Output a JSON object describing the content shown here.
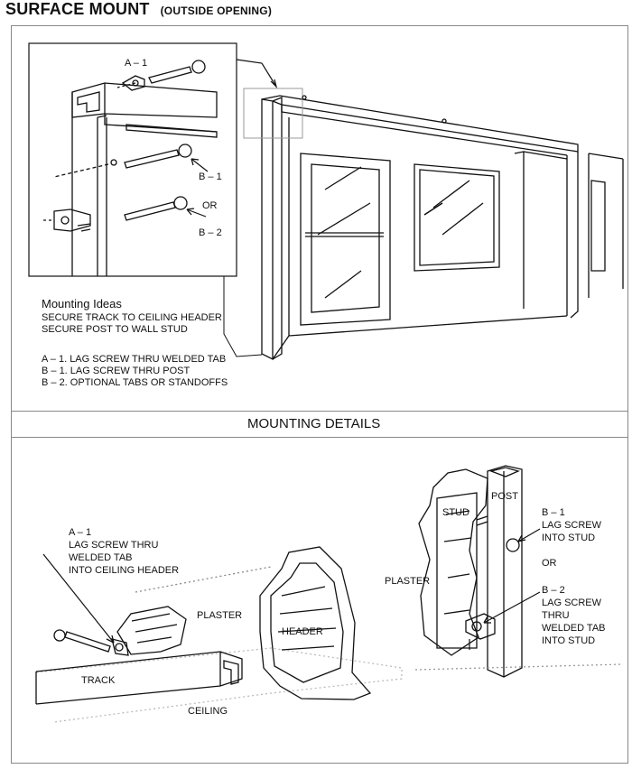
{
  "header": {
    "title": "SURFACE MOUNT",
    "subtitle": "(OUTSIDE OPENING)"
  },
  "inset": {
    "label_a1": "A – 1",
    "label_b1": "B – 1",
    "label_or": "OR",
    "label_b2": "B – 2",
    "ideas_title": "Mounting Ideas",
    "ideas_lines": [
      "SECURE TRACK TO CEILING HEADER",
      "SECURE POST TO WALL STUD"
    ],
    "legend_lines": [
      "A – 1. LAG SCREW THRU WELDED TAB",
      "B – 1. LAG SCREW THRU POST",
      "B – 2. OPTIONAL TABS OR STANDOFFS"
    ]
  },
  "details": {
    "heading": "MOUNTING DETAILS",
    "a1_lines": [
      "A – 1",
      "LAG SCREW THRU",
      "WELDED TAB",
      "INTO CEILING HEADER"
    ],
    "plaster_left": "PLASTER",
    "header": "HEADER",
    "track": "TRACK",
    "ceiling": "CEILING",
    "stud": "STUD",
    "post": "POST",
    "plaster_right": "PLASTER",
    "b1_lines": [
      "B – 1",
      "LAG SCREW",
      "INTO STUD"
    ],
    "or": "OR",
    "b2_lines": [
      "B – 2",
      "LAG SCREW",
      "THRU",
      "WELDED TAB",
      "INTO STUD"
    ]
  }
}
